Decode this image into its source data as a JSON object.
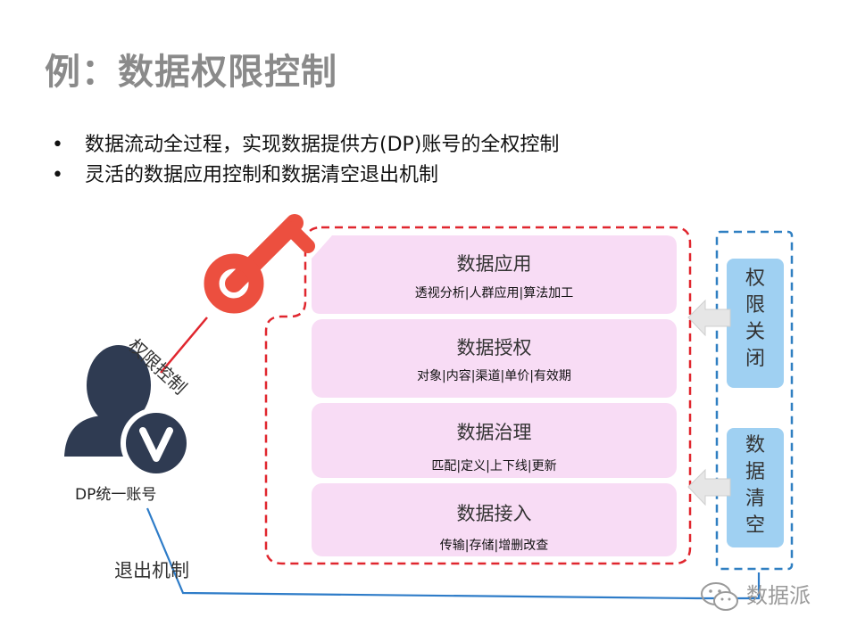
{
  "title": "例：数据权限控制",
  "bullets": [
    "数据流动全过程，实现数据提供方(DP)账号的全权控制",
    "灵活的数据应用控制和数据清空退出机制"
  ],
  "layers": [
    {
      "title": "数据应用",
      "subtitle": "透视分析|人群应用|算法加工"
    },
    {
      "title": "数据授权",
      "subtitle": "对象|内容|渠道|单价|有效期"
    },
    {
      "title": "数据治理",
      "subtitle": "匹配|定义|上下线|更新"
    },
    {
      "title": "数据接入",
      "subtitle": "传输|存储|增删改查"
    }
  ],
  "side_boxes": [
    {
      "label": "权限关闭",
      "chars": [
        "权",
        "限",
        "关",
        "闭"
      ]
    },
    {
      "label": "数据清空",
      "chars": [
        "数",
        "据",
        "清",
        "空"
      ]
    }
  ],
  "permission_label": "权限控制",
  "account_label": "DP统一账号",
  "exit_label": "退出机制",
  "watermark": "数据派",
  "colors": {
    "layer_fill": "#f8dcf5",
    "red_dashed": "#e0262e",
    "blue_dashed": "#2f7fc1",
    "side_box": "#9fd0f2",
    "key": "#ec4f3f",
    "person": "#2f3b52",
    "exit_line": "#2e7cc8",
    "title_gray": "#8a8a8a"
  },
  "icons": [
    "key-icon",
    "user-icon",
    "v-badge-icon",
    "arrow-left-icon",
    "wechat-icon"
  ]
}
